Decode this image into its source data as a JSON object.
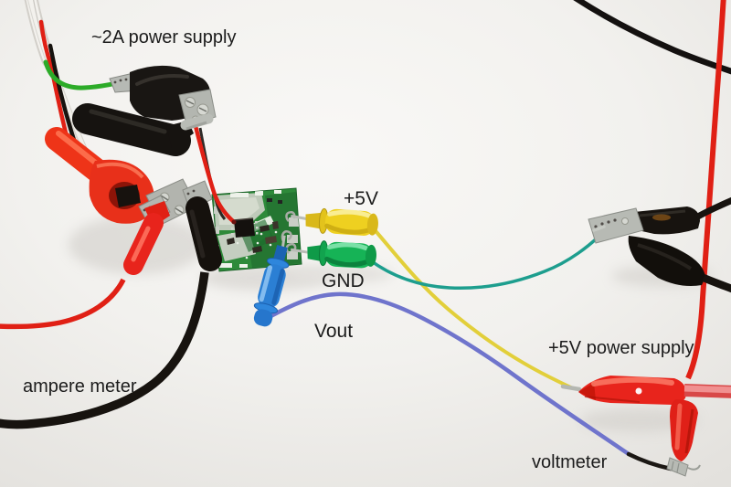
{
  "annotations": {
    "power_supply_2a": "~2A power supply",
    "plus_5v": "+5V",
    "gnd": "GND",
    "vout": "Vout",
    "ampere_meter": "ampere meter",
    "plus_5v_power_supply": "+5V power supply",
    "voltmeter": "voltmeter"
  },
  "colors": {
    "label_text": "#1c1c1c",
    "wire_red": "#e02015",
    "wire_black": "#17130f",
    "wire_green": "#2cab28",
    "wire_teal": "#1d9e8e",
    "wire_yellow": "#e2cf3a",
    "wire_violet": "#6f74cc",
    "hook_yellow": "#eed020",
    "hook_green": "#16b356",
    "hook_blue": "#2b7fd4",
    "clip_red": "#e8241c",
    "pcb_green": "#2e8a3a"
  }
}
